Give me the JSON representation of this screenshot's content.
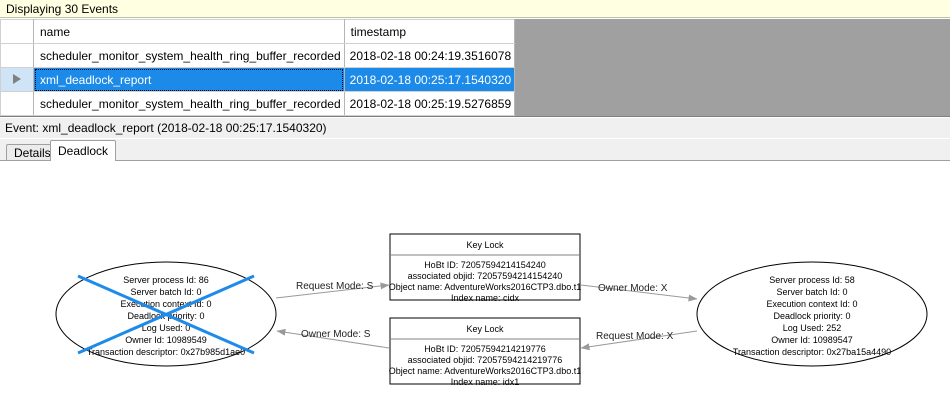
{
  "banner": {
    "text": "Displaying 30 Events"
  },
  "grid": {
    "columns": [
      "",
      "name",
      "timestamp"
    ],
    "rows": [
      {
        "selector": "",
        "name": "scheduler_monitor_system_health_ring_buffer_recorded",
        "timestamp": "2018-02-18 00:24:19.3516078",
        "selected": false
      },
      {
        "selector": "row-arrow",
        "name": "xml_deadlock_report",
        "timestamp": "2018-02-18 00:25:17.1540320",
        "selected": true
      },
      {
        "selector": "",
        "name": "scheduler_monitor_system_health_ring_buffer_recorded",
        "timestamp": "2018-02-18 00:25:19.5276859",
        "selected": false
      }
    ]
  },
  "event_header": {
    "text": "Event: xml_deadlock_report (2018-02-18 00:25:17.1540320)"
  },
  "tabs": [
    {
      "label": "Details",
      "active": false
    },
    {
      "label": "Deadlock",
      "active": true
    }
  ],
  "deadlock": {
    "victim_marker_color": "#1f8ae8",
    "left_process": {
      "lines": [
        "Server process Id: 86",
        "Server batch Id: 0",
        "Execution context Id: 0",
        "Deadlock priority: 0",
        "Log Used: 0",
        "Owner Id: 10989549",
        "Transaction descriptor: 0x27b985d1ae0"
      ],
      "is_victim": true
    },
    "right_process": {
      "lines": [
        "Server process Id: 58",
        "Server batch Id: 0",
        "Execution context Id: 0",
        "Deadlock priority: 0",
        "Log Used: 252",
        "Owner Id: 10989547",
        "Transaction descriptor: 0x27ba15a4490"
      ],
      "is_victim": false
    },
    "top_resource": {
      "title": "Key Lock",
      "lines": [
        "HoBt ID: 72057594214154240",
        "associated objid: 72057594214154240",
        "Object name: AdventureWorks2016CTP3.dbo.t1",
        "Index name: cidx"
      ]
    },
    "bottom_resource": {
      "title": "Key Lock",
      "lines": [
        "HoBt ID: 72057594214219776",
        "associated objid: 72057594214219776",
        "Object name: AdventureWorks2016CTP3.dbo.t1",
        "Index name: idx1"
      ]
    },
    "edges": [
      {
        "id": "left_request",
        "label": "Request Mode: S"
      },
      {
        "id": "top_owner",
        "label": "Owner Mode: X"
      },
      {
        "id": "bottom_owner",
        "label": "Owner Mode: S"
      },
      {
        "id": "right_request",
        "label": "Request Mode: X"
      }
    ]
  }
}
